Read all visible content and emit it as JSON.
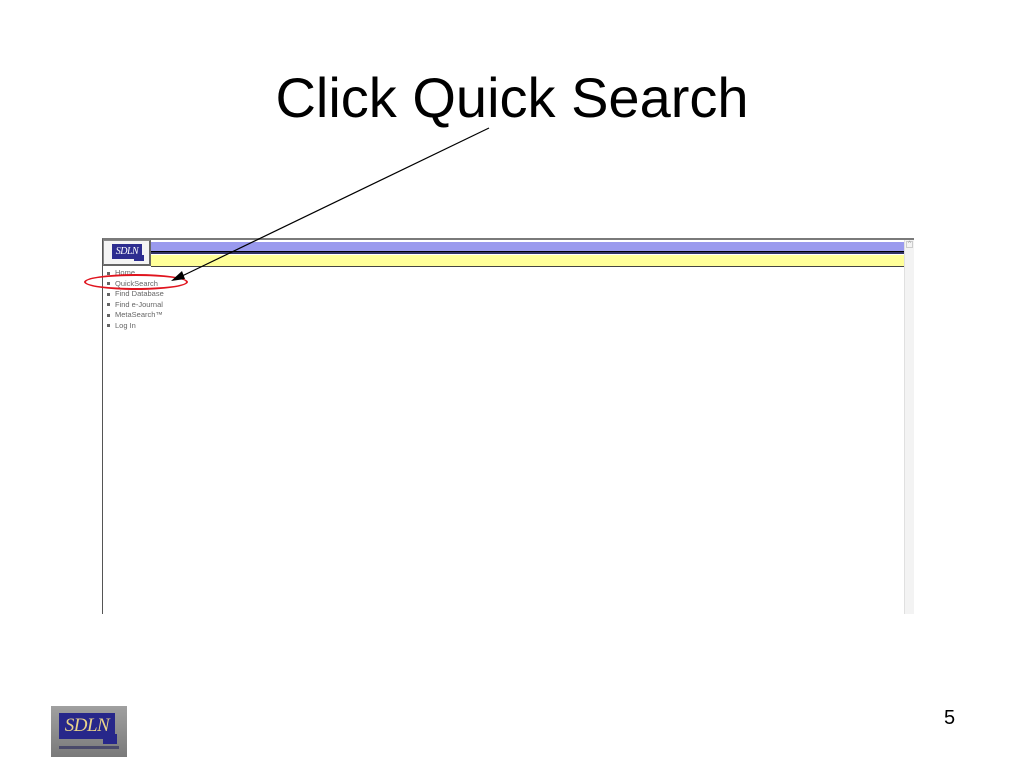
{
  "slide": {
    "title": "Click Quick Search",
    "number": "5"
  },
  "browser": {
    "logo_text": "SDLN",
    "nav_items": [
      {
        "label": "Home"
      },
      {
        "label": "QuickSearch"
      },
      {
        "label": "Find Database"
      },
      {
        "label": "Find e-Journal"
      },
      {
        "label": "MetaSearch™"
      },
      {
        "label": "Log In"
      }
    ],
    "colors": {
      "top_bar": "#9a9aee",
      "sub_bar": "#ffff99",
      "highlight": "#e0141e"
    }
  },
  "footer": {
    "logo_text": "SDLN"
  }
}
